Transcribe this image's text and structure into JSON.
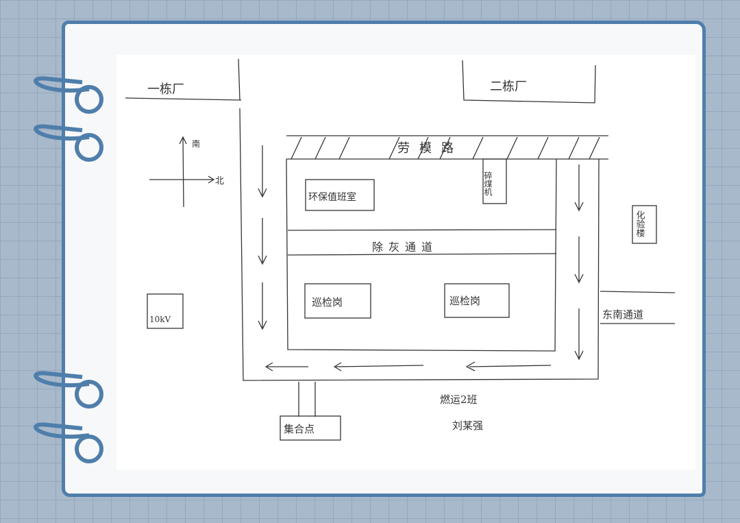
{
  "labels": {
    "building_1": "一栋厂",
    "building_2": "二栋厂",
    "compass_south": "南",
    "compass_north": "北",
    "road": "劳模路",
    "env_duty_room": "环保值班室",
    "coal_crusher": "碎煤机",
    "lab_building": "化验楼",
    "ash_channel": "除灰通道",
    "post_1": "巡检岗",
    "post_2": "巡检岗",
    "southeast_channel": "东南通道",
    "substation": "10kV",
    "assembly_point": "集合点",
    "team": "燃运2班",
    "author": "刘某强"
  },
  "colors": {
    "ring": "#4f7eab",
    "ink": "#333333"
  }
}
